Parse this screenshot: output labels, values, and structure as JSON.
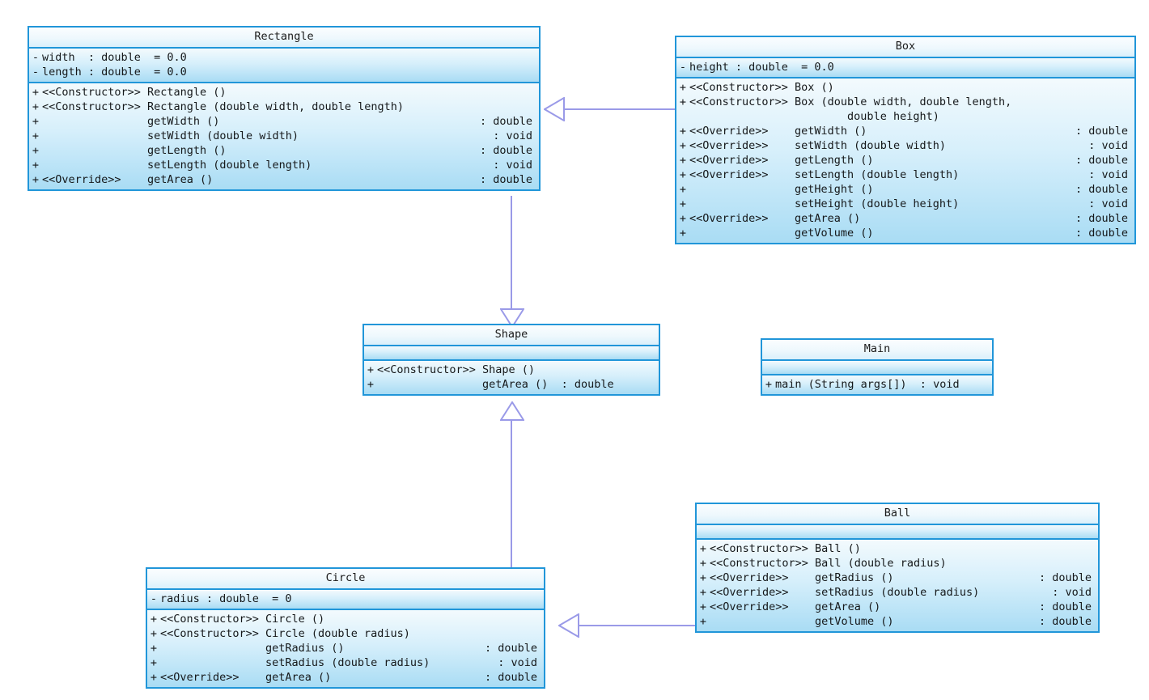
{
  "diagram": {
    "title": "Shape class hierarchy UML diagram",
    "type": "uml-class-diagram",
    "colors": {
      "background": "#ffffff",
      "class_border": "#2196d9",
      "class_fill_top": "#f3fafd",
      "class_fill_bottom": "#a9dcf4",
      "header_fill": "#eef8fd",
      "connector": "#9a9ae8",
      "text": "#15181a"
    }
  },
  "classes": {
    "rectangle": {
      "name": "Rectangle",
      "attributes": [
        {
          "vis": "-",
          "stereo": "",
          "sig": "width  : double  = 0.0",
          "ret": ""
        },
        {
          "vis": "-",
          "stereo": "",
          "sig": "length : double  = 0.0",
          "ret": ""
        }
      ],
      "operations": [
        {
          "vis": "+",
          "stereo": "<<Constructor>>",
          "sig": "Rectangle ()",
          "ret": ""
        },
        {
          "vis": "+",
          "stereo": "<<Constructor>>",
          "sig": "Rectangle (double width, double length)",
          "ret": ""
        },
        {
          "vis": "+",
          "stereo": "",
          "sig": "getWidth ()",
          "ret": ": double"
        },
        {
          "vis": "+",
          "stereo": "",
          "sig": "setWidth (double width)",
          "ret": ": void"
        },
        {
          "vis": "+",
          "stereo": "",
          "sig": "getLength ()",
          "ret": ": double"
        },
        {
          "vis": "+",
          "stereo": "",
          "sig": "setLength (double length)",
          "ret": ": void"
        },
        {
          "vis": "+",
          "stereo": "<<Override>>",
          "sig": "getArea ()",
          "ret": ": double"
        }
      ]
    },
    "box": {
      "name": "Box",
      "attributes": [
        {
          "vis": "-",
          "stereo": "",
          "sig": "height : double  = 0.0",
          "ret": ""
        }
      ],
      "operations": [
        {
          "vis": "+",
          "stereo": "<<Constructor>>",
          "sig": "Box ()",
          "ret": ""
        },
        {
          "vis": "+",
          "stereo": "<<Constructor>>",
          "sig": "Box (double width, double length,",
          "ret": ""
        },
        {
          "vis": "",
          "stereo": "",
          "sig": "        double height)",
          "ret": ""
        },
        {
          "vis": "+",
          "stereo": "<<Override>>",
          "sig": "getWidth ()",
          "ret": ": double"
        },
        {
          "vis": "+",
          "stereo": "<<Override>>",
          "sig": "setWidth (double width)",
          "ret": ": void"
        },
        {
          "vis": "+",
          "stereo": "<<Override>>",
          "sig": "getLength ()",
          "ret": ": double"
        },
        {
          "vis": "+",
          "stereo": "<<Override>>",
          "sig": "setLength (double length)",
          "ret": ": void"
        },
        {
          "vis": "+",
          "stereo": "",
          "sig": "getHeight ()",
          "ret": ": double"
        },
        {
          "vis": "+",
          "stereo": "",
          "sig": "setHeight (double height)",
          "ret": ": void"
        },
        {
          "vis": "+",
          "stereo": "<<Override>>",
          "sig": "getArea ()",
          "ret": ": double"
        },
        {
          "vis": "+",
          "stereo": "",
          "sig": "getVolume ()",
          "ret": ": double"
        }
      ]
    },
    "shape": {
      "name": "Shape",
      "attributes": [],
      "operations": [
        {
          "vis": "+",
          "stereo": "<<Constructor>>",
          "sig": "Shape ()",
          "ret": ""
        },
        {
          "vis": "+",
          "stereo": "",
          "sig": "getArea ()  : double",
          "ret": ""
        }
      ]
    },
    "main": {
      "name": "Main",
      "attributes": [],
      "operations": [
        {
          "vis": "+",
          "stereo": "",
          "sig": "main (String args[])  : void",
          "ret": ""
        }
      ]
    },
    "circle": {
      "name": "Circle",
      "attributes": [
        {
          "vis": "-",
          "stereo": "",
          "sig": "radius : double  = 0",
          "ret": ""
        }
      ],
      "operations": [
        {
          "vis": "+",
          "stereo": "<<Constructor>>",
          "sig": "Circle ()",
          "ret": ""
        },
        {
          "vis": "+",
          "stereo": "<<Constructor>>",
          "sig": "Circle (double radius)",
          "ret": ""
        },
        {
          "vis": "+",
          "stereo": "",
          "sig": "getRadius ()",
          "ret": ": double"
        },
        {
          "vis": "+",
          "stereo": "",
          "sig": "setRadius (double radius)",
          "ret": ": void"
        },
        {
          "vis": "+",
          "stereo": "<<Override>>",
          "sig": "getArea ()",
          "ret": ": double"
        }
      ]
    },
    "ball": {
      "name": "Ball",
      "attributes": [],
      "operations": [
        {
          "vis": "+",
          "stereo": "<<Constructor>>",
          "sig": "Ball ()",
          "ret": ""
        },
        {
          "vis": "+",
          "stereo": "<<Constructor>>",
          "sig": "Ball (double radius)",
          "ret": ""
        },
        {
          "vis": "+",
          "stereo": "<<Override>>",
          "sig": "getRadius ()",
          "ret": ": double"
        },
        {
          "vis": "+",
          "stereo": "<<Override>>",
          "sig": "setRadius (double radius)",
          "ret": ": void"
        },
        {
          "vis": "+",
          "stereo": "<<Override>>",
          "sig": "getArea ()",
          "ret": ": double"
        },
        {
          "vis": "+",
          "stereo": "",
          "sig": "getVolume ()",
          "ret": ": double"
        }
      ]
    }
  },
  "relationships": [
    {
      "name": "box-extends-rectangle",
      "kind": "generalization",
      "from": "Box",
      "to": "Rectangle"
    },
    {
      "name": "rectangle-extends-shape",
      "kind": "generalization",
      "from": "Rectangle",
      "to": "Shape"
    },
    {
      "name": "circle-extends-shape",
      "kind": "generalization",
      "from": "Circle",
      "to": "Shape"
    },
    {
      "name": "ball-extends-circle",
      "kind": "generalization",
      "from": "Ball",
      "to": "Circle"
    }
  ]
}
